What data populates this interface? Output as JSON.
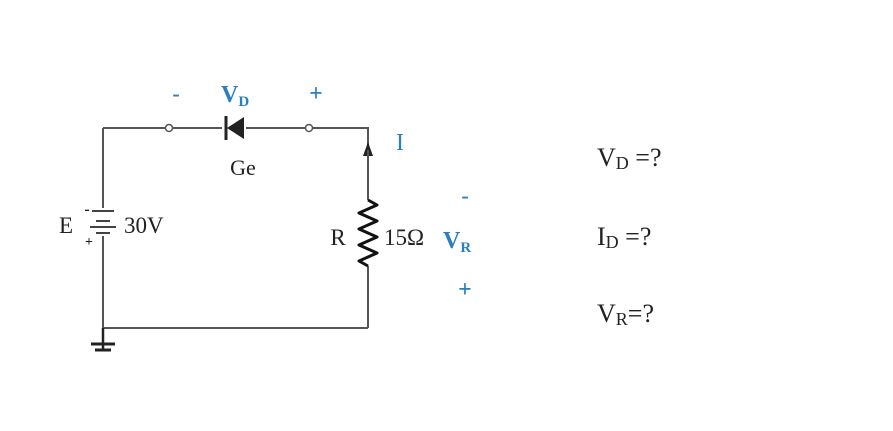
{
  "circuit": {
    "source_label": "E",
    "source_value": "30V",
    "source_minus": "-",
    "source_plus": "+",
    "diode_type": "Ge",
    "diode_minus": "-",
    "diode_plus": "+",
    "vd_main": "V",
    "vd_sub": "D",
    "current_label": "I",
    "resistor_label": "R",
    "resistor_value": "15Ω",
    "vr_main": "V",
    "vr_sub": "R",
    "vr_minus": "-",
    "vr_plus": "+"
  },
  "questions": [
    {
      "main": "V",
      "sub": "D",
      "rest": " =?"
    },
    {
      "main": "I",
      "sub": "D",
      "rest": " =?"
    },
    {
      "main": "V",
      "sub": "R",
      "rest": "=?"
    }
  ],
  "colors": {
    "wire": "#555555",
    "label_blue": "#2a7fc1",
    "text": "#222222"
  }
}
